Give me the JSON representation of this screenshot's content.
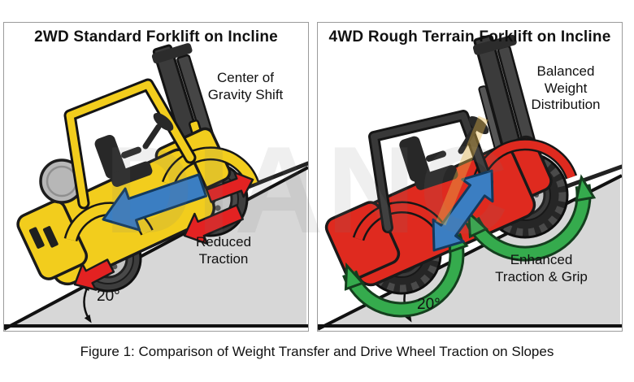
{
  "figure": {
    "caption": "Figure 1: Comparison of Weight Transfer and Drive Wheel Traction on Slopes",
    "watermark": "DIANC"
  },
  "left_panel": {
    "title": "2WD Standard Forklift on Incline",
    "annotation_top": "Center of\nGravity Shift",
    "annotation_bottom": "Reduced\nTraction",
    "angle_label": "20°"
  },
  "right_panel": {
    "title": "4WD Rough Terrain Forklift on Incline",
    "annotation_top": "Balanced\nWeight\nDistribution",
    "annotation_bottom": "Enhanced\nTraction & Grip",
    "angle_label": "20°"
  },
  "colors": {
    "forklift_yellow": "#F2CD1D",
    "forklift_red": "#DF2A1F",
    "arrow_blue": "#3B7EC2",
    "arrow_red": "#E32222",
    "arrow_green": "#35AB4D",
    "slope_gray": "#D7D7D7",
    "outline": "#1A1A1A"
  }
}
